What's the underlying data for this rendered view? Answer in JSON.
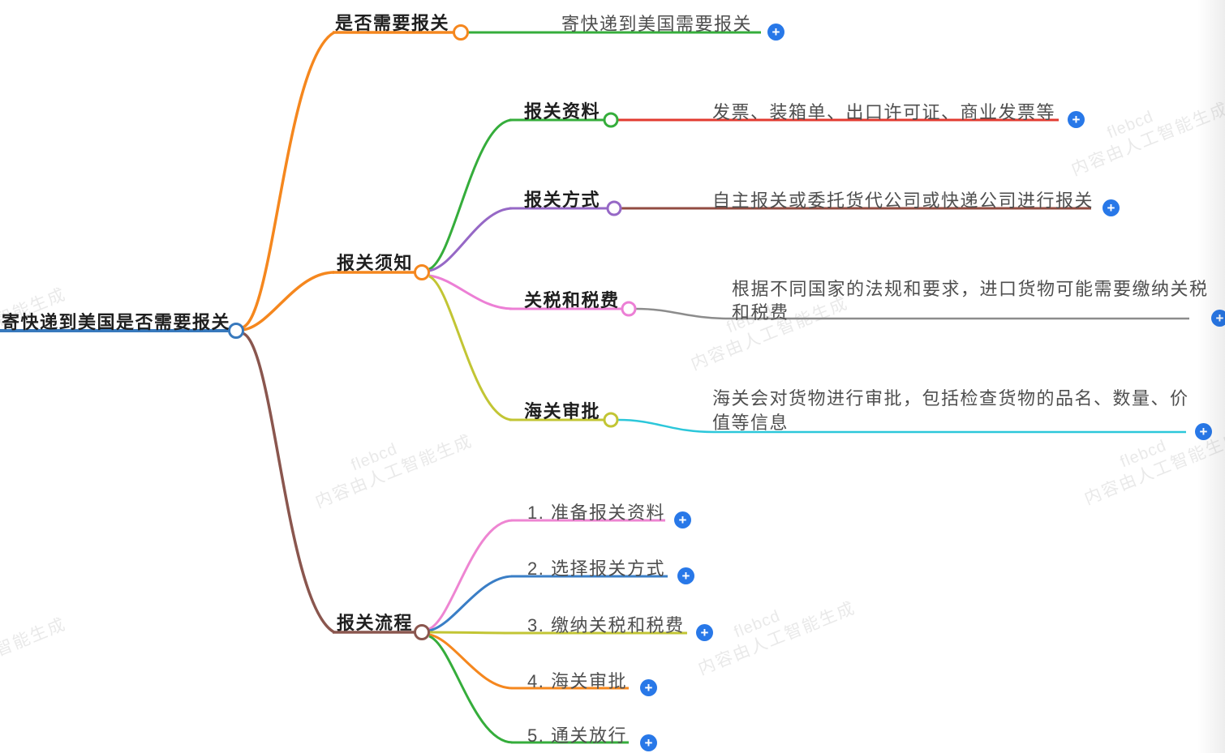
{
  "root": {
    "label": "寄快递到美国是否需要报关"
  },
  "branches": [
    {
      "label": "是否需要报关",
      "children": [
        {
          "text": "寄快递到美国需要报关"
        }
      ]
    },
    {
      "label": "报关须知",
      "children": [
        {
          "label": "报关资料",
          "text": "发票、装箱单、出口许可证、商业发票等"
        },
        {
          "label": "报关方式",
          "text": "自主报关或委托货代公司或快递公司进行报关"
        },
        {
          "label": "关税和税费",
          "text": "根据不同国家的法规和要求，进口货物可能需要缴纳关税和税费"
        },
        {
          "label": "海关审批",
          "text": "海关会对货物进行审批，包括检查货物的品名、数量、价值等信息"
        }
      ]
    },
    {
      "label": "报关流程",
      "children": [
        {
          "text": "1. 准备报关资料"
        },
        {
          "text": "2. 选择报关方式"
        },
        {
          "text": "3. 缴纳关税和税费"
        },
        {
          "text": "4. 海关审批"
        },
        {
          "text": "5. 通关放行"
        }
      ]
    }
  ],
  "icons": {
    "plus": "+"
  },
  "watermark": {
    "brand": "flebcd",
    "text": "内容由人工智能生成"
  },
  "colors": {
    "root_blue": "#3879bd",
    "orange": "#f5871e",
    "green": "#35ad3b",
    "red": "#e23b30",
    "purple": "#9668c6",
    "dark_red": "#924c41",
    "pink": "#ec7fd5",
    "gray": "#8c8c8c",
    "yellow_green": "#c2c534",
    "cyan": "#2cc7da",
    "brown": "#8a564e",
    "flow_pink": "#ee85d2",
    "flow_blue": "#3a7ec6",
    "plus_button": "#2878e8"
  }
}
